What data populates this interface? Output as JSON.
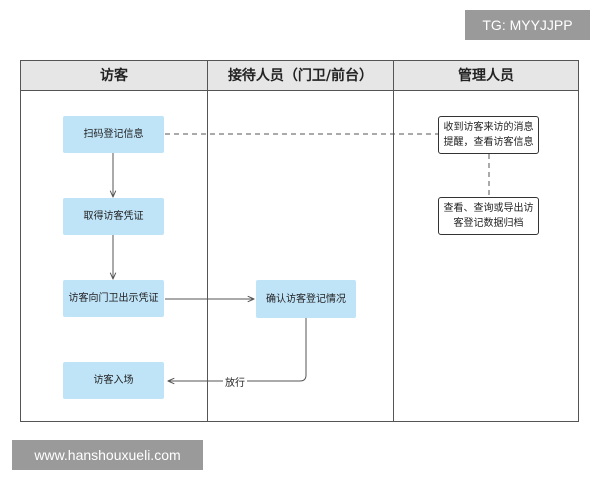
{
  "watermarks": {
    "top": "TG: MYYJJPP",
    "bottom": "www.hanshouxueli.com"
  },
  "lanes": [
    {
      "title": "访客"
    },
    {
      "title": "接待人员（门卫/前台）"
    },
    {
      "title": "管理人员"
    }
  ],
  "nodes": {
    "scan": "扫码登记信息",
    "get_credential": "取得访客凭证",
    "show_credential": "访客向门卫出示凭证",
    "enter": "访客入场",
    "confirm": "确认访客登记情况",
    "notify": "收到访客来访的消息提醒，查看访客信息",
    "export": "查看、查询或导出访客登记数据归档"
  },
  "edges": {
    "release_label": "放行"
  },
  "colors": {
    "node_fill": "#bfe3f7",
    "line": "#555555",
    "watermark_bg": "#9a9a9a"
  }
}
